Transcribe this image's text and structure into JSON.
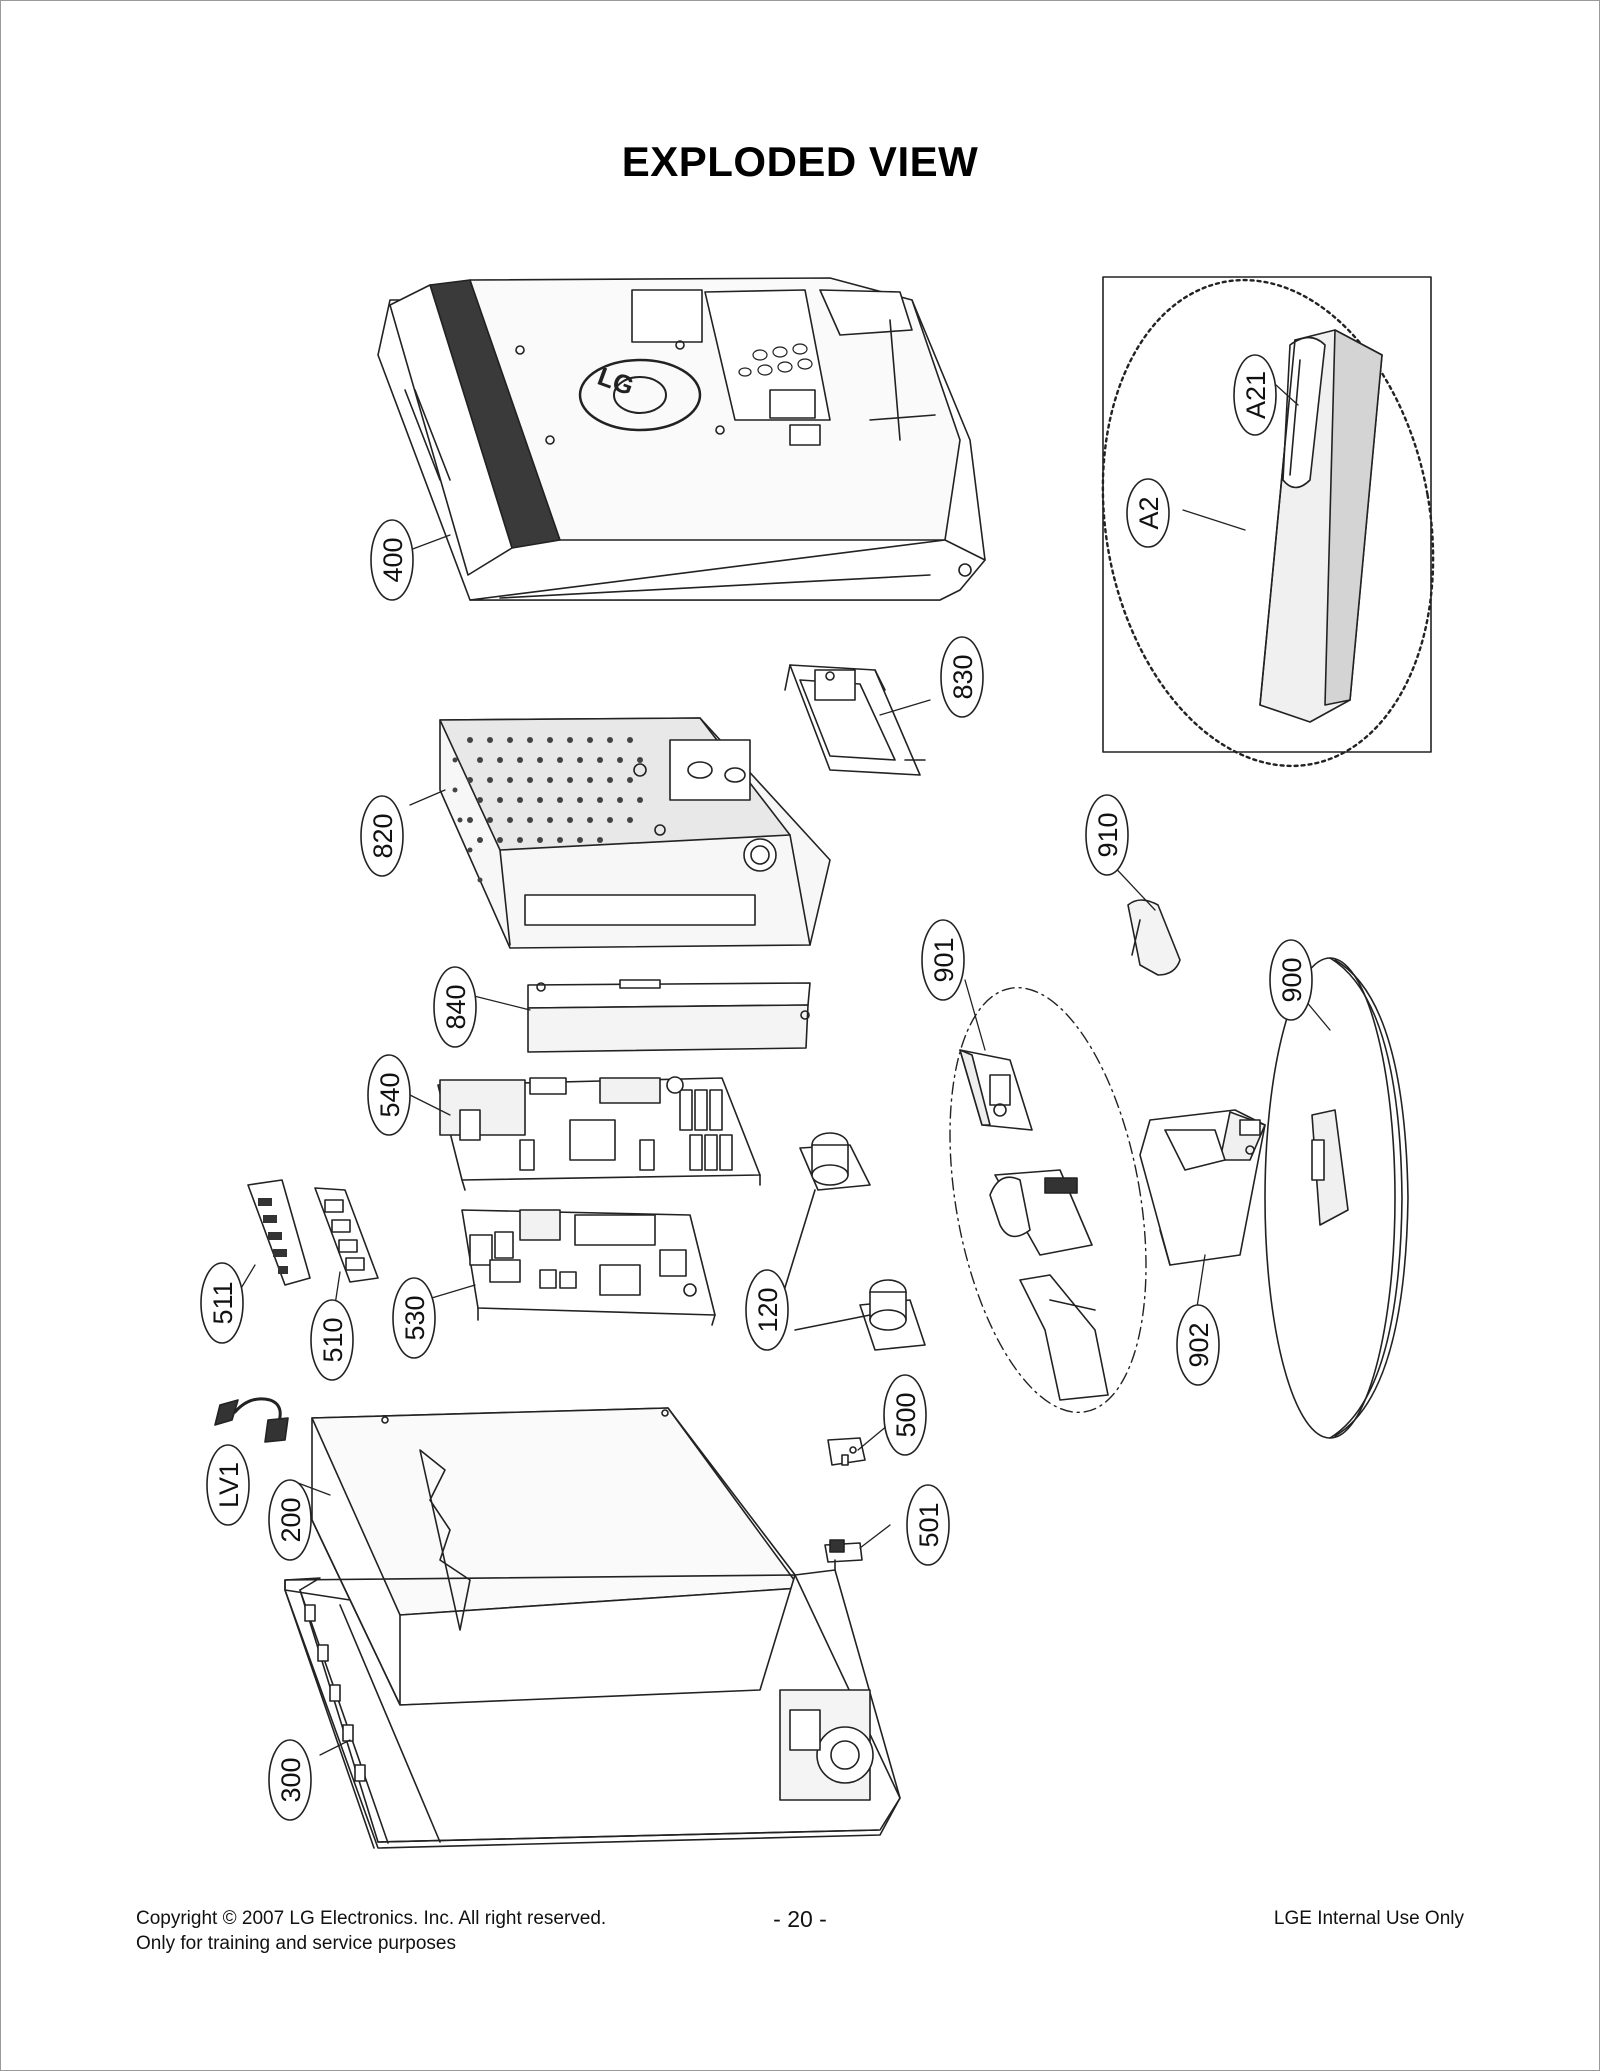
{
  "page": {
    "title": "EXPLODED VIEW",
    "copyright": "Copyright © 2007 LG Electronics. Inc. All right reserved.",
    "purpose": "Only for training and service purposes",
    "page_number": "- 20 -",
    "internal_use": "LGE Internal Use Only"
  },
  "parts": {
    "p400": "400",
    "p830": "830",
    "p820": "820",
    "p910": "910",
    "p840": "840",
    "p901": "901",
    "p900": "900",
    "p540": "540",
    "p511": "511",
    "p510": "510",
    "p530": "530",
    "p120": "120",
    "p902": "902",
    "p500": "500",
    "pLV1": "LV1",
    "p200": "200",
    "p501": "501",
    "p300": "300",
    "pA21": "A21",
    "pA2": "A2"
  },
  "logo_text": "LG"
}
